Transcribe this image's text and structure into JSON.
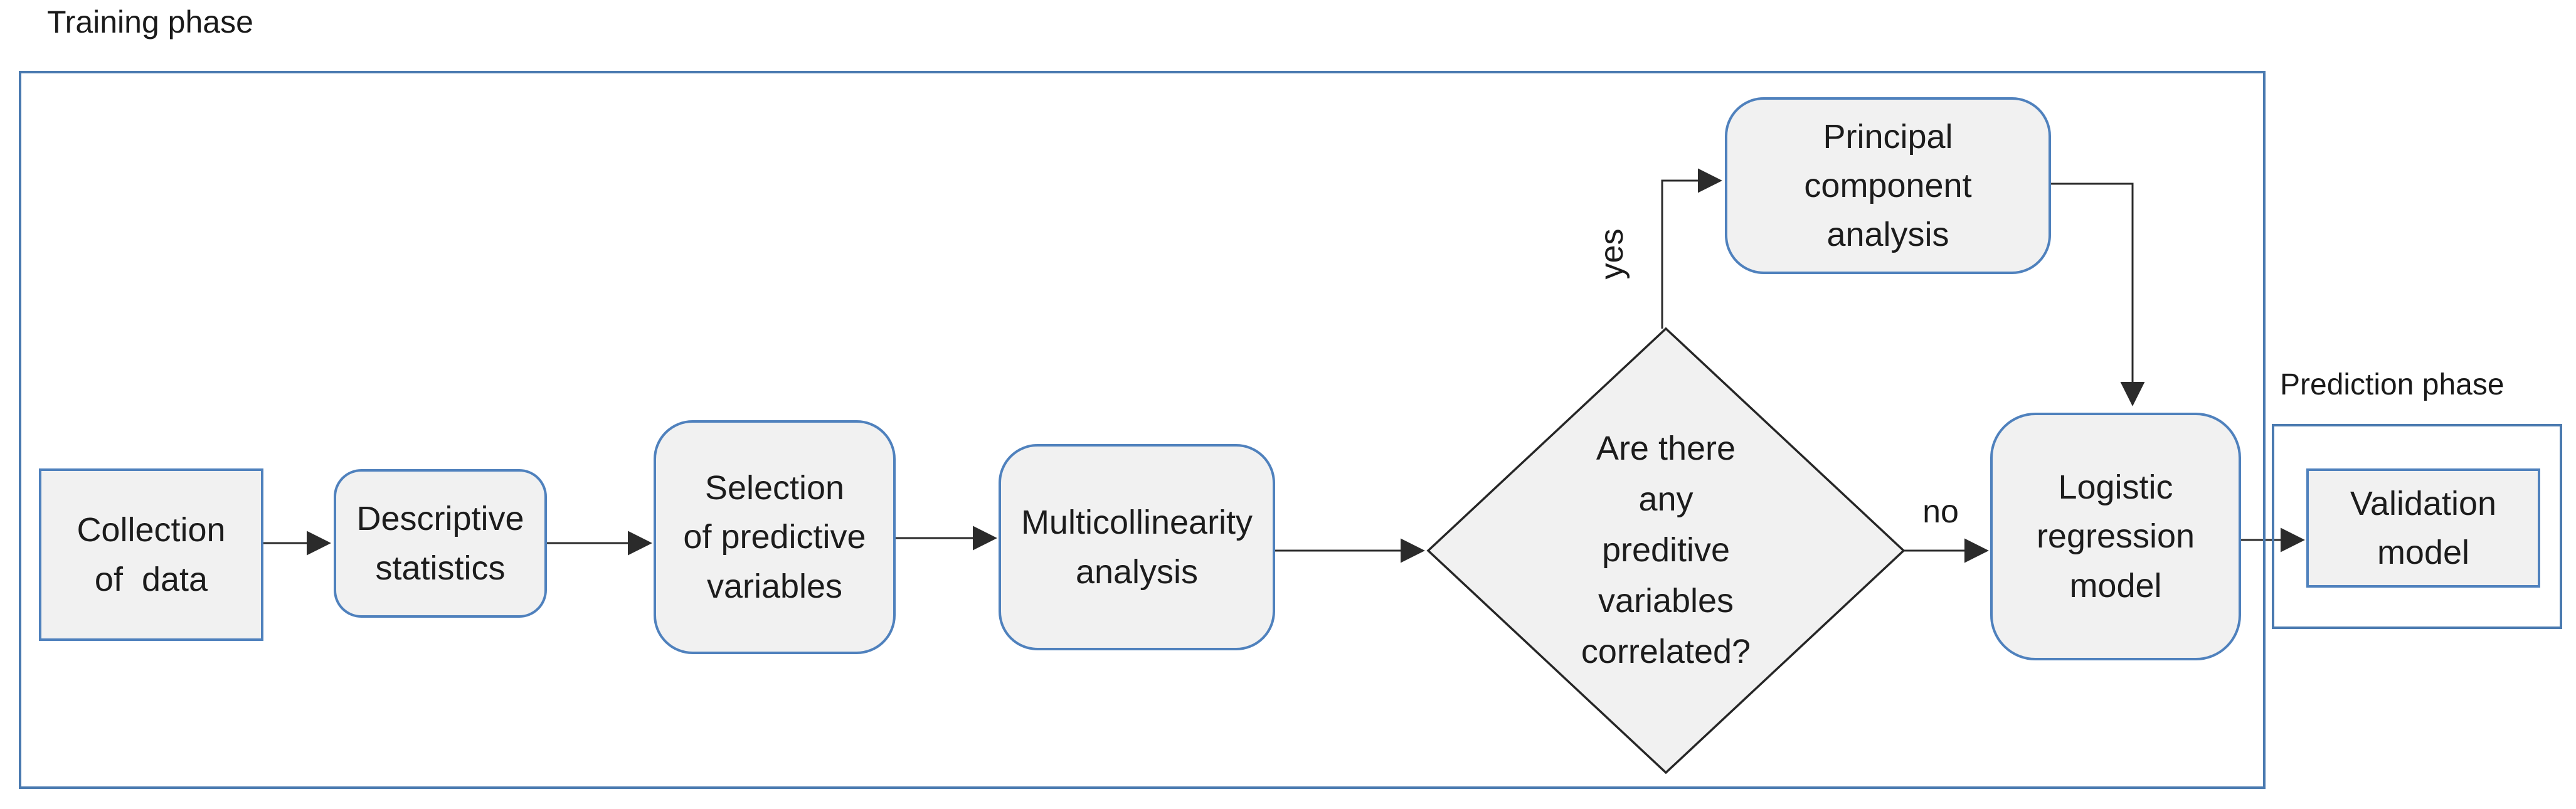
{
  "labels": {
    "training_phase": "Training phase",
    "prediction_phase": "Prediction phase",
    "yes": "yes",
    "no": "no"
  },
  "nodes": {
    "collection": {
      "label": "Collection\nof  data"
    },
    "descriptive": {
      "label": "Descriptive\nstatistics"
    },
    "selection": {
      "label": "Selection\nof predictive\nvariables"
    },
    "multicollinearity": {
      "label": "Multicollinearity\nanalysis"
    },
    "decision": {
      "label": "Are there\nany\npreditive\nvariables\ncorrelated?"
    },
    "pca": {
      "label": "Principal\ncomponent\nanalysis"
    },
    "logistic": {
      "label": "Logistic\nregression\nmodel"
    },
    "validation": {
      "label": "Validation\nmodel"
    }
  },
  "colors": {
    "node_border": "#4f81bd",
    "node_fill": "#f1f1f1",
    "frame_border": "#4a7ab0",
    "diamond_border": "#262626",
    "arrow": "#2b2b2b",
    "text": "#1c1c1c"
  }
}
